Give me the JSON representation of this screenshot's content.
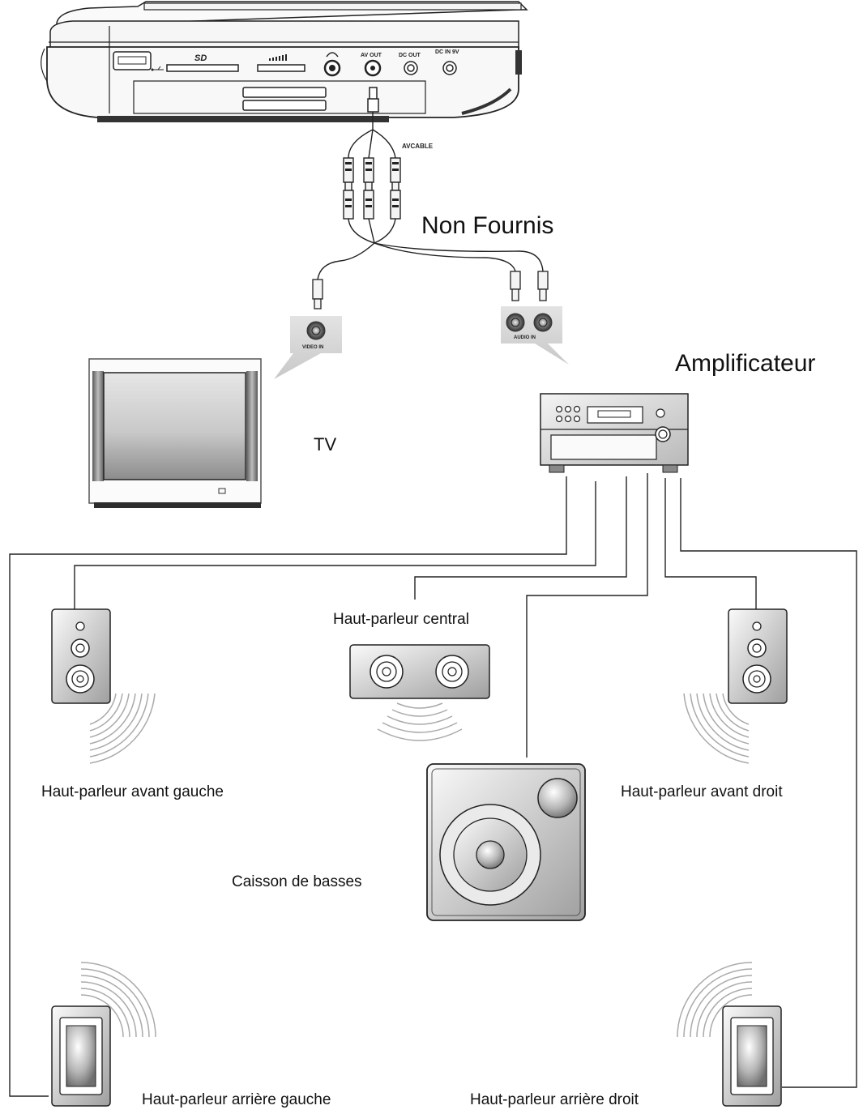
{
  "labels": {
    "non_fournis": "Non Fournis",
    "amplificateur": "Amplificateur",
    "tv": "TV",
    "hp_central": "Haut-parleur central",
    "hp_avant_gauche": "Haut-parleur avant gauche",
    "hp_avant_droit": "Haut-parleur avant droit",
    "caisson": "Caisson de basses",
    "hp_arriere_gauche": "Haut-parleur arrière gauche",
    "hp_arriere_droit": "Haut-parleur arrière droit"
  },
  "port_labels": {
    "sd": "SD",
    "av_out": "AV OUT",
    "dc_out": "DC OUT",
    "dc_in": "DC IN 9V",
    "av_cable": "AVCABLE",
    "video_in": "VIDEO IN",
    "audio_in": "AUDIO IN"
  },
  "icons": [
    "usb-icon",
    "headphone-icon",
    "volume-icon"
  ],
  "colors": {
    "line": "#222222",
    "metal_dark": "#6a6a6a",
    "metal_light": "#f2f2f2"
  }
}
